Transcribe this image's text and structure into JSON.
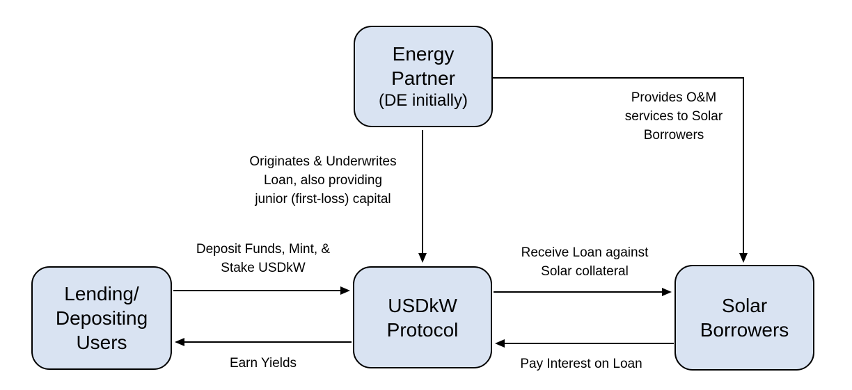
{
  "nodes": {
    "energy_partner": {
      "lines": [
        "Energy",
        "Partner"
      ],
      "subtitle": "(DE initially)"
    },
    "usdkw_protocol": {
      "lines": [
        "USDkW",
        "Protocol"
      ]
    },
    "lending_users": {
      "lines": [
        "Lending/",
        "Depositing",
        "Users"
      ]
    },
    "solar_borrowers": {
      "lines": [
        "Solar",
        "Borrowers"
      ]
    }
  },
  "labels": {
    "originates": {
      "lines": [
        "Originates & Underwrites",
        "Loan, also providing",
        "junior (first-loss) capital"
      ]
    },
    "provides_om": {
      "lines": [
        "Provides O&M",
        "services to Solar",
        "Borrowers"
      ]
    },
    "deposit": {
      "lines": [
        "Deposit Funds, Mint, &",
        "Stake USDkW"
      ]
    },
    "receive_loan": {
      "lines": [
        "Receive Loan against",
        "Solar collateral"
      ]
    },
    "earn_yields": {
      "lines": [
        "Earn Yields"
      ]
    },
    "pay_interest": {
      "lines": [
        "Pay Interest on Loan"
      ]
    }
  },
  "colors": {
    "node_fill": "#d9e3f2",
    "node_border": "#000000",
    "arrow": "#000000",
    "text": "#000000",
    "background": "#ffffff"
  }
}
